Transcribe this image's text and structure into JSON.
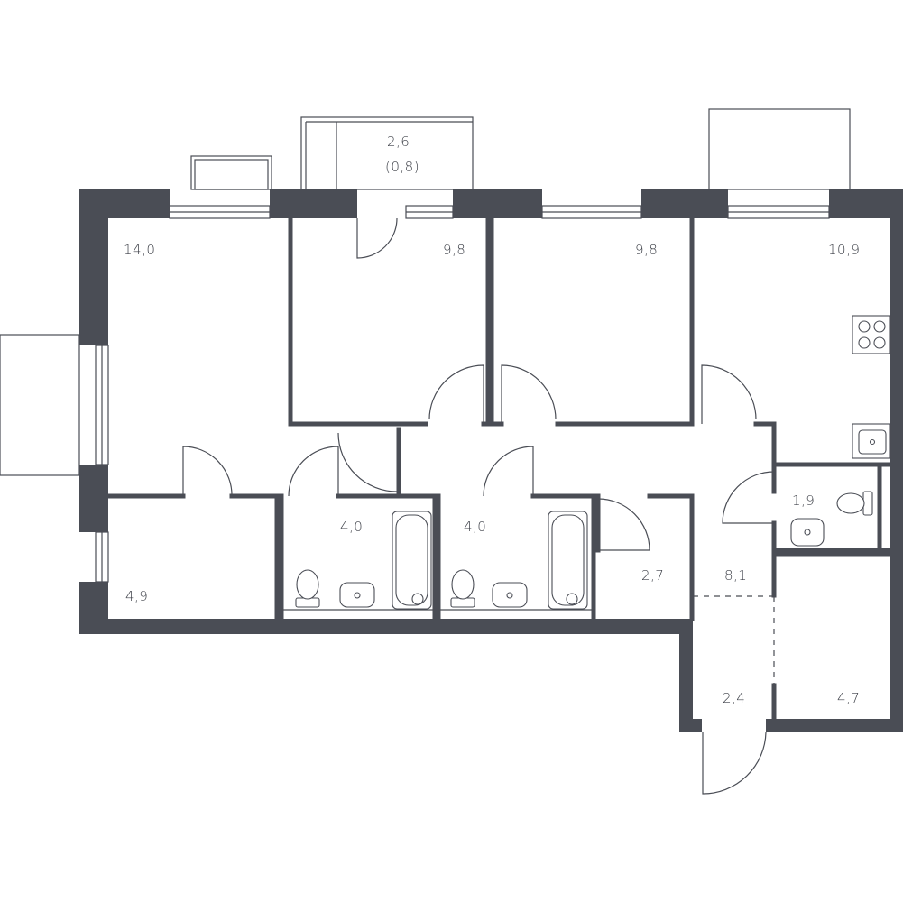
{
  "floor_plan": {
    "rooms": {
      "living_room": "14,0",
      "bedroom_a": "9,8",
      "bedroom_b": "9,8",
      "kitchen": "10,9",
      "balcony_area": "2,6",
      "balcony_reduced_area": "(0,8)",
      "small_room": "4,9",
      "bathroom_a": "4,0",
      "bathroom_b": "4,0",
      "storage": "2,7",
      "hallway": "8,1",
      "wc": "1,9",
      "entrance": "2,4",
      "utility_room": "4,7"
    },
    "fixtures": [
      "toilet-icon",
      "sink-icon",
      "bathtub-icon",
      "stove-icon",
      "kitchen-sink-icon"
    ],
    "colors": {
      "wall": "#4a4d55",
      "background": "#ffffff"
    }
  }
}
